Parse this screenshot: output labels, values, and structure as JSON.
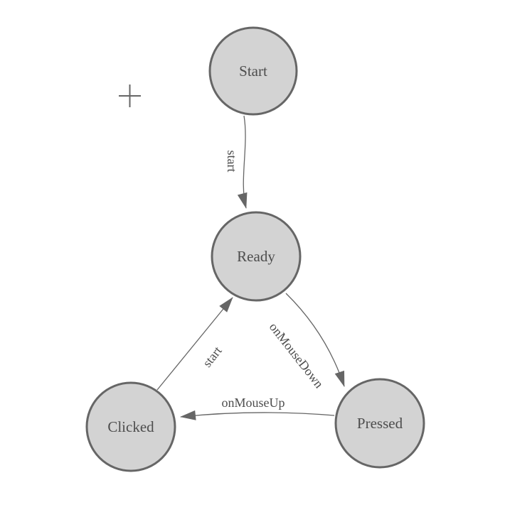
{
  "diagram": {
    "kind": "state-machine",
    "nodes": [
      {
        "id": "start",
        "label": "Start"
      },
      {
        "id": "ready",
        "label": "Ready"
      },
      {
        "id": "clicked",
        "label": "Clicked"
      },
      {
        "id": "pressed",
        "label": "Pressed"
      }
    ],
    "edges": [
      {
        "from": "start",
        "to": "ready",
        "label": "start"
      },
      {
        "from": "ready",
        "to": "pressed",
        "label": "onMouseDown"
      },
      {
        "from": "pressed",
        "to": "clicked",
        "label": "onMouseUp"
      },
      {
        "from": "clicked",
        "to": "ready",
        "label": "start"
      }
    ],
    "icons": [
      {
        "name": "crosshair-icon"
      }
    ],
    "colors": {
      "background": "#ffffff",
      "node_fill": "#d3d3d3",
      "node_stroke": "#666666",
      "edge_stroke": "#666666",
      "arrow_fill": "#666666",
      "label_text": "#4d4d4d"
    }
  }
}
